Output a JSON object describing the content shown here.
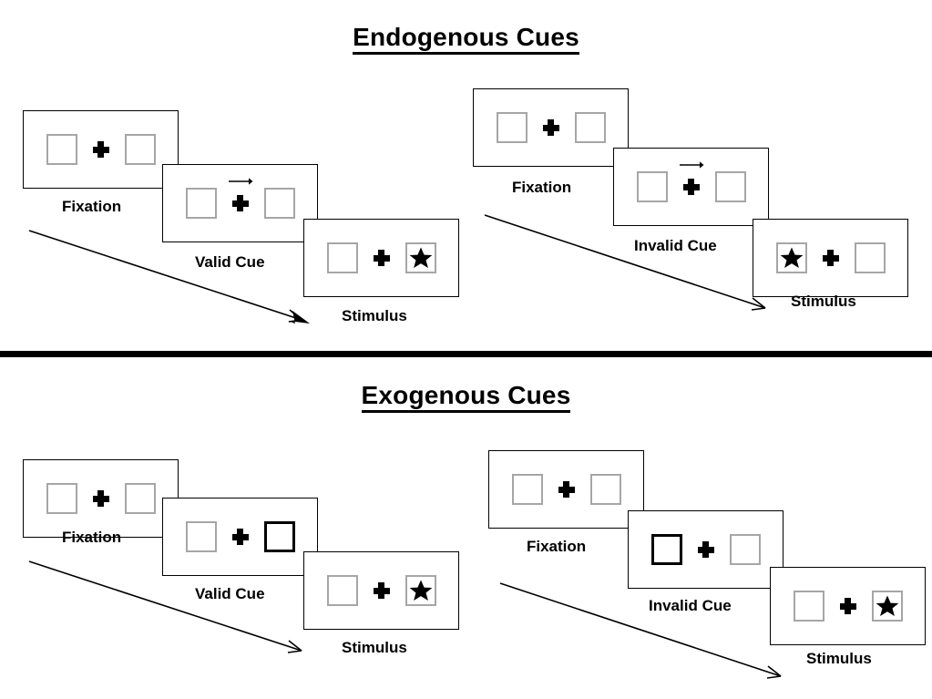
{
  "figure": {
    "title_endogenous": "Endogenous Cues",
    "title_exogenous": "Exogenous Cues"
  },
  "colors": {
    "panel_border": "#000000",
    "slot_border": "#a6a6a6",
    "slot_highlight_border": "#000000",
    "target": "#000000",
    "divider": "#000000",
    "background": "#ffffff"
  },
  "sections": [
    {
      "id": "endogenous",
      "title": "Endogenous Cues",
      "columns": [
        {
          "id": "endogenous-valid",
          "frames": [
            {
              "caption": "Fixation",
              "left_slot": "empty",
              "right_slot": "empty",
              "cue": "none",
              "target_side": "none"
            },
            {
              "caption": "Valid Cue",
              "left_slot": "empty",
              "right_slot": "empty",
              "cue": "arrow-right",
              "target_side": "none"
            },
            {
              "caption": "Stimulus",
              "left_slot": "empty",
              "right_slot": "star",
              "cue": "none",
              "target_side": "right"
            }
          ]
        },
        {
          "id": "endogenous-invalid",
          "frames": [
            {
              "caption": "Fixation",
              "left_slot": "empty",
              "right_slot": "empty",
              "cue": "none",
              "target_side": "none"
            },
            {
              "caption": "Invalid Cue",
              "left_slot": "empty",
              "right_slot": "empty",
              "cue": "arrow-right",
              "target_side": "none"
            },
            {
              "caption": "Stimulus",
              "left_slot": "star",
              "right_slot": "empty",
              "cue": "none",
              "target_side": "left"
            }
          ]
        }
      ]
    },
    {
      "id": "exogenous",
      "title": "Exogenous Cues",
      "columns": [
        {
          "id": "exogenous-valid",
          "frames": [
            {
              "caption": "Fixation",
              "left_slot": "empty",
              "right_slot": "empty",
              "cue": "none",
              "target_side": "none"
            },
            {
              "caption": "Valid Cue",
              "left_slot": "empty",
              "right_slot": "highlight",
              "cue": "box-flash-right",
              "target_side": "none"
            },
            {
              "caption": "Stimulus",
              "left_slot": "empty",
              "right_slot": "star",
              "cue": "none",
              "target_side": "right"
            }
          ]
        },
        {
          "id": "exogenous-invalid",
          "frames": [
            {
              "caption": "Fixation",
              "left_slot": "empty",
              "right_slot": "empty",
              "cue": "none",
              "target_side": "none"
            },
            {
              "caption": "Invalid Cue",
              "left_slot": "highlight",
              "right_slot": "empty",
              "cue": "box-flash-left",
              "target_side": "none"
            },
            {
              "caption": "Stimulus",
              "left_slot": "empty",
              "right_slot": "star",
              "cue": "none",
              "target_side": "right"
            }
          ]
        }
      ]
    }
  ],
  "labels": {
    "endo_valid_f1": "Fixation",
    "endo_valid_f2": "Valid Cue",
    "endo_valid_f3": "Stimulus",
    "endo_invalid_f1": "Fixation",
    "endo_invalid_f2": "Invalid Cue",
    "endo_invalid_f3": "Stimulus",
    "exo_valid_f1": "Fixation",
    "exo_valid_f2": "Valid Cue",
    "exo_valid_f3": "Stimulus",
    "exo_invalid_f1": "Fixation",
    "exo_invalid_f2": "Invalid Cue",
    "exo_invalid_f3": "Stimulus"
  },
  "icons": {
    "cue_arrow": "arrow-right-icon",
    "target": "star-icon",
    "fixation": "plus-cross-icon",
    "time_flow": "time-flow-arrow-icon"
  }
}
